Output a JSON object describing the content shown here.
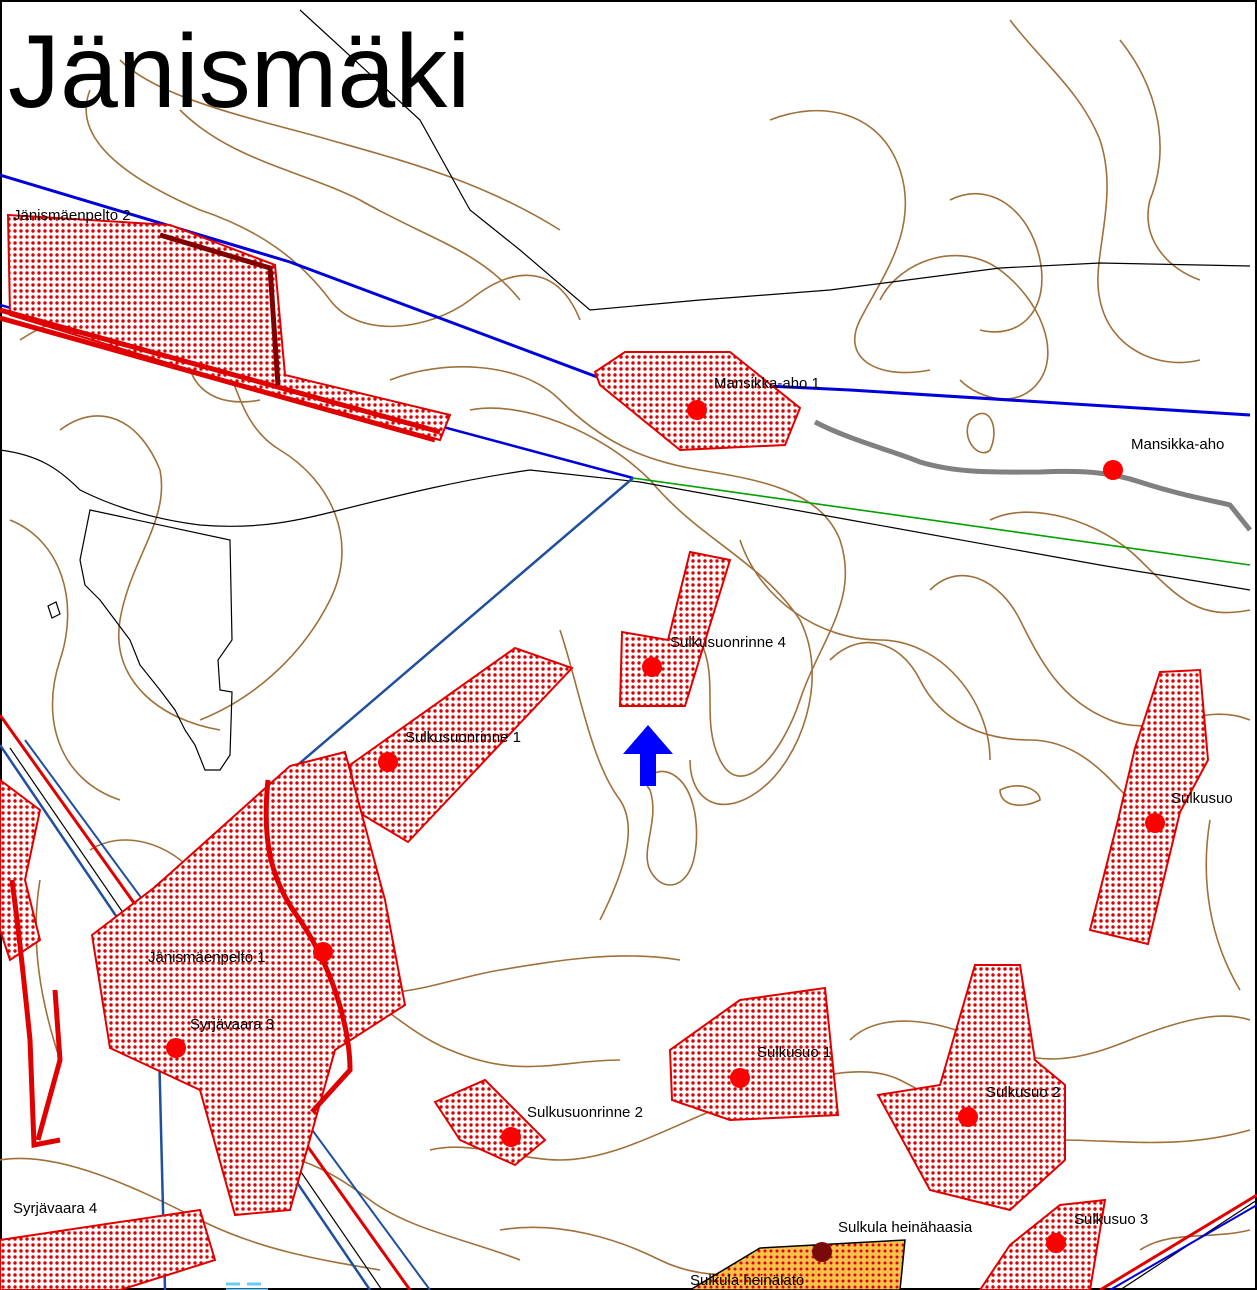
{
  "map": {
    "area_name": "Jänismäki",
    "sites": [
      {
        "id": "janismaenpelto-2",
        "label": "Jänismäenpelto 2"
      },
      {
        "id": "mansikka-aho-1",
        "label": "Mansikka-aho 1"
      },
      {
        "id": "mansikka-aho-2",
        "label": "Mansikka-aho"
      },
      {
        "id": "sulkusuonrinne-4",
        "label": "Sulkusuonrinne 4"
      },
      {
        "id": "sulkusuonrinne-1",
        "label": "Sulkusuonrinne 1"
      },
      {
        "id": "sulkusuo-4",
        "label": "Sulkusuo"
      },
      {
        "id": "janismaenpelto-1",
        "label": "Jänismäenpelto 1"
      },
      {
        "id": "syrjavaara-3",
        "label": "Syrjävaara 3"
      },
      {
        "id": "sulkusuo-1",
        "label": "Sulkusuo 1"
      },
      {
        "id": "sulkusuonrinne-2",
        "label": "Sulkusuonrinne 2"
      },
      {
        "id": "sulkusuo-2",
        "label": "Sulkusuo 2"
      },
      {
        "id": "syrjavaara-4",
        "label": "Syrjävaara 4"
      },
      {
        "id": "sulkula-heinahaasia",
        "label": "Sulkula heinähaasia"
      },
      {
        "id": "sulkusuo-3",
        "label": "Sulkusuo 3"
      },
      {
        "id": "sulkula-heinalato",
        "label": "Sulkula heinälato"
      }
    ],
    "colors": {
      "site_fill": "#e00000",
      "site_point": "#ff0000",
      "contour": "#a0703a",
      "boundary_blue": "#0000dd",
      "boundary_steel": "#1f4f9f",
      "road_gray": "#808080",
      "line_green": "#00a000",
      "yellow_area": "#f5c24a",
      "arrow": "#0000ff"
    }
  }
}
